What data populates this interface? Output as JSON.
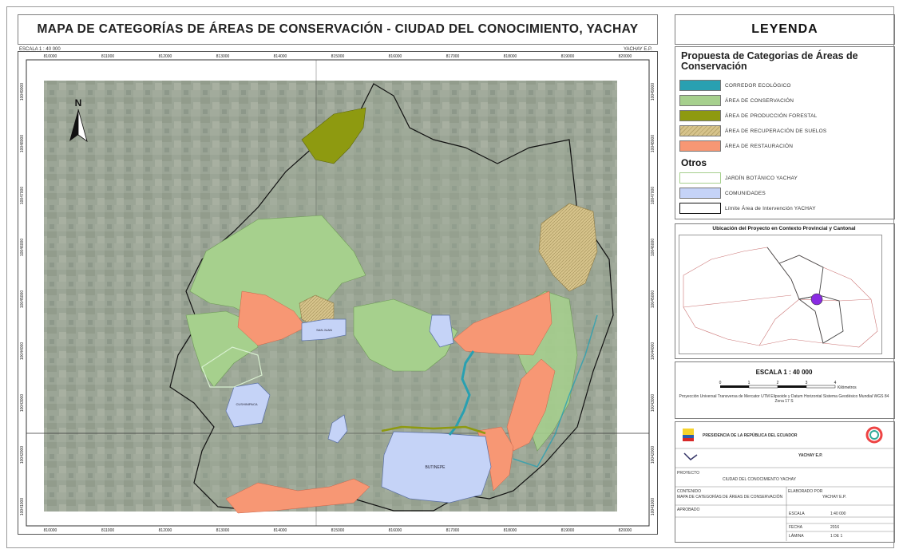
{
  "title": "MAPA DE CATEGORÍAS DE ÁREAS DE CONSERVACIÓN - CIUDAD DEL CONOCIMIENTO, YACHAY",
  "scale_note": "ESCALA 1 : 40 000",
  "credit_note": "YACHAY E.P.",
  "north_label": "N",
  "map_labels": {
    "lake": "BUTINEPE",
    "community_1": "SAN JUAN",
    "community_2": "CUSHINIPACA"
  },
  "top_ticks": [
    "810000",
    "811000",
    "812000",
    "813000",
    "814000",
    "815000",
    "816000",
    "817000",
    "818000",
    "819000",
    "820000"
  ],
  "bottom_ticks": [
    "810000",
    "811000",
    "812000",
    "813000",
    "814000",
    "815000",
    "816000",
    "817000",
    "818000",
    "819000",
    "820000"
  ],
  "left_ticks": [
    "10049000",
    "10048000",
    "10047000",
    "10046000",
    "10045000",
    "10044000",
    "10043000",
    "10042000",
    "10041000"
  ],
  "right_ticks": [
    "10049000",
    "10048000",
    "10047000",
    "10046000",
    "10045000",
    "10044000",
    "10043000",
    "10042000",
    "10041000"
  ],
  "legend": {
    "title": "LEYENDA",
    "heading": "Propuesta de Categorias de Áreas de Conservación",
    "items": [
      {
        "label": "CORREDOR ECOLÓGICO",
        "color": "#29a0b1"
      },
      {
        "label": "ÁREA DE CONSERVACIÓN",
        "color": "#a6d08d"
      },
      {
        "label": "ÁREA DE PRODUCCIÓN FORESTAL",
        "color": "#8e9a10"
      },
      {
        "label": "ÁREA DE RECUPERACIÓN DE SUELOS",
        "color": "#d7c48c"
      },
      {
        "label": "ÁREA DE RESTAURACIÓN",
        "color": "#f79774"
      }
    ],
    "otros_heading": "Otros",
    "otros": [
      {
        "label": "JARDÍN BOTÁNICO YACHAY",
        "color": "#ffffff"
      },
      {
        "label": "COMUNIDADES",
        "color": "#c5d3f7"
      },
      {
        "label": "Límite Área de Intervención YACHAY",
        "color": "#ffffff"
      }
    ]
  },
  "location": {
    "title": "Ubicación del Proyecto en Contexto Provincial y Cantonal"
  },
  "scale": {
    "title": "ESCALA 1 : 40 000",
    "ticks": [
      "0",
      "1",
      "2",
      "3",
      "4"
    ],
    "unit": "Kilómetros",
    "projection": "Proyección Universal Transversa de Mercator UTM Elipsoide y Datum Horizontal Sistema Geodésico Mundial WGS 84 Zona 17 S"
  },
  "title_block": {
    "institution": "PRESIDENCIA DE LA REPÚBLICA DEL ECUADOR",
    "company": "YACHAY E.P.",
    "project_label": "PROYECTO",
    "project": "CIUDAD DEL CONOCIMIENTO YACHAY",
    "content_label": "CONTENIDO",
    "content": "MAPA DE CATEGORÍAS DE ÁREAS DE CONSERVACIÓN",
    "responsible_label": "ELABORADO POR",
    "responsible": "YACHAY E.P.",
    "approved_label": "APROBADO",
    "scale_label": "ESCALA",
    "scale_value": "1:40 000",
    "date_label": "FECHA",
    "date_value": "2016",
    "sheet_label": "LÁMINA",
    "sheet_value": "1 DE 1"
  }
}
